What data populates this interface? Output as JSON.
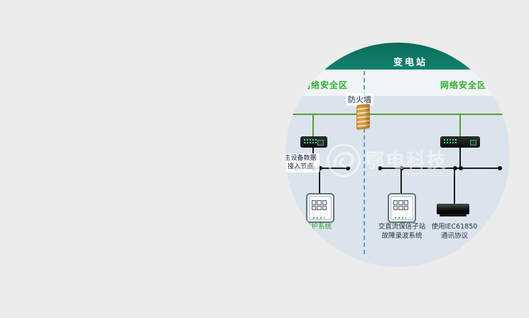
{
  "diagram": {
    "header": "变电站",
    "zone_left": "网络安全区",
    "zone_right": "网络安全区",
    "firewall": "防火墙",
    "access_node": {
      "line1": "主设备数据",
      "line2": "接入节点"
    },
    "labels": {
      "left_system": "保护系统",
      "mid_line1": "交直流保信子站",
      "mid_line2": "故障录波系统",
      "right_line1": "使用IEC61850",
      "right_line2": "通讯协议"
    },
    "watermark": {
      "cn": "鄂电科技",
      "en": "EDIAN TECHNOLOGY CO.,LTD"
    },
    "colors": {
      "page_bg": "#ececec",
      "circle_bg": "#dbe4ec",
      "header_bg": "#0f7a68",
      "zone_green": "#2fae2f",
      "bus_green": "#53a02a",
      "dash_blue": "#5c9ad2",
      "line_black": "#1d1d1d",
      "firewall_orange": "#e09b3a"
    }
  }
}
